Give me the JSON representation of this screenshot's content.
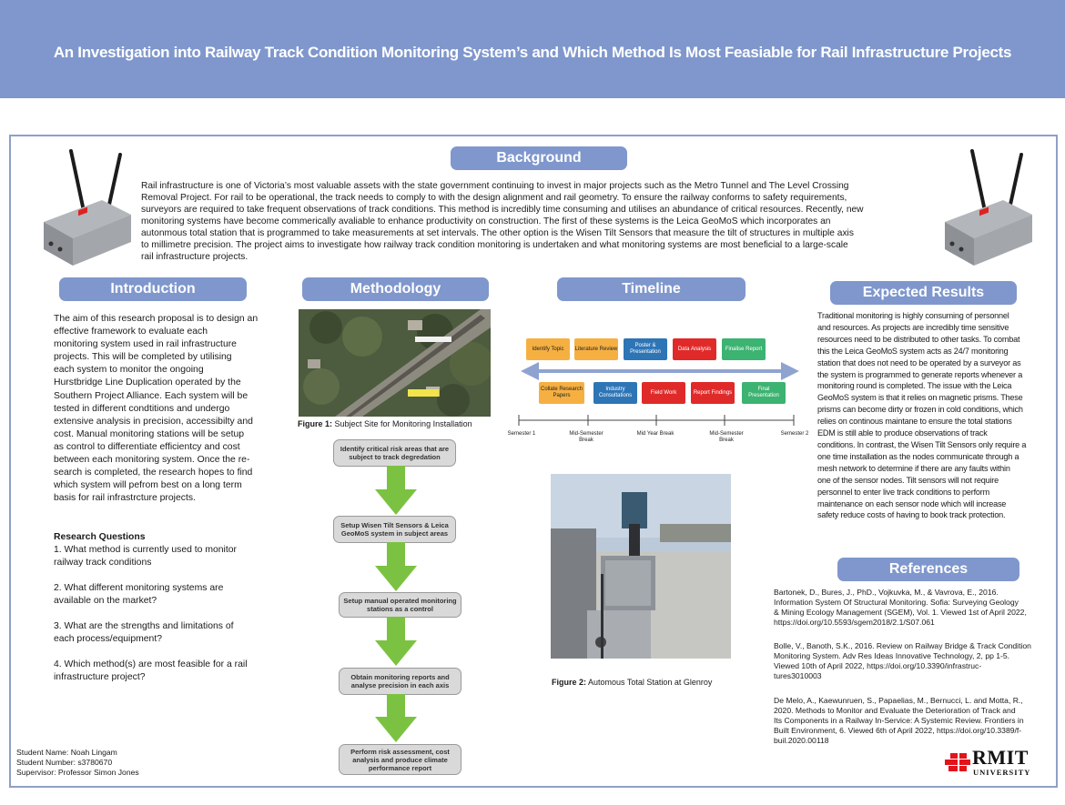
{
  "header": {
    "title": "An Investigation into Railway  Track Condition Monitoring System’s and Which Method Is Most Feasiable for Rail Infrastructure Projects"
  },
  "background": {
    "heading": "Background",
    "lines": [
      "Rail infrastructure is one of Victoria’s most valuable assets with the state government continuing to invest in major projects such as the Metro Tunnel and The Level Crossing",
      "Removal Project. For rail to be operational, the track needs to comply to with the design alignment and rail geometry. To ensure the railway conforms to safety requirements,",
      "surveyors are required to take frequent observations of track conditions. This method is incredibly time consuming and utilises an abundance of critical resources. Recently, new",
      "monitoring systems have become commerically avaliable to enhance productivity on construction. The first of these systems is the Leica GeoMoS which incorporates an",
      "autonmous total station that is programmed to take measurements at set intervals. The other option is the Wisen Tilt Sensors that measure the tilt of structures in multiple axis",
      "to millimetre precision. The project aims to investigate how railway track condition monitoring is undertaken and what monitoring systems are most beneficial to a large-scale",
      "rail infrastructure projects."
    ]
  },
  "introduction": {
    "heading": "Introduction",
    "lines": [
      "The aim of this research proposal is to design an",
      "effective framework to evaluate each",
      "monitoring system used in rail infrastructure",
      "projects. This will be completed by utilising",
      "each system to monitor the ongoing",
      "Hurstbridge Line Duplication operated by the",
      "Southern Project Alliance. Each system will be",
      "tested in different condtitions and undergo",
      "extensive analysis in precision, accessibilty and",
      "cost. Manual monitoring stations will be setup",
      "as control to differentiate efficientcy and cost",
      "between each monitoring system. Once the re-",
      "search is completed, the research hopes to find",
      "which system will pefrom best on a long term",
      "basis for rail infrastrcture projects."
    ],
    "rq_heading": "Research Questions",
    "rq_lines": [
      "1. What method is currently used to monitor",
      "railway track conditions",
      "",
      "2. What different monitoring systems are",
      "available on the market?",
      "",
      "3. What are the strengths and limitations of",
      "each process/equipment?",
      "",
      "4. Which method(s) are most feasible for a rail",
      "infrastructure project?"
    ]
  },
  "student": {
    "name": "Student Name: Noah Lingam",
    "number": "Student Number: s3780670",
    "supervisor": "Supervisor: Professor Simon Jones"
  },
  "methodology": {
    "heading": "Methodology",
    "figure1_label": "Figure 1:",
    "figure1_caption": " Subject Site for Monitoring Installation",
    "flow": [
      "Identify critical risk areas that are subject to track degredation",
      "Setup Wisen Tilt Sensors & Leica GeoMoS system in subject areas",
      "Setup manual operated monitoring stations as a control",
      "Obtain monitoring reports and analyse precision in each axis",
      "Perform risk assessment, cost analysis and produce climate performance report"
    ]
  },
  "timeline": {
    "heading": "Timeline",
    "top_boxes": [
      {
        "label": "Identify Topic",
        "color": "#f6b042"
      },
      {
        "label": "Literature Review",
        "color": "#f6b042"
      },
      {
        "label": "Poster & Presentation",
        "color": "#2e75b6"
      },
      {
        "label": "Data Analysis",
        "color": "#e02a2a"
      },
      {
        "label": "Finalise Report",
        "color": "#3cb371"
      }
    ],
    "bottom_boxes": [
      {
        "label": "Collate Research Papers",
        "color": "#f6b042"
      },
      {
        "label": "Industry Consultations",
        "color": "#2e75b6"
      },
      {
        "label": "Field Work",
        "color": "#e02a2a"
      },
      {
        "label": "Report Findings",
        "color": "#e02a2a"
      },
      {
        "label": "Final Presentation",
        "color": "#3cb371"
      }
    ],
    "ticks": [
      "Semester 1",
      "Mid-Semester Break",
      "Mid Year Break",
      "Mid-Semester Break",
      "Semester 2"
    ],
    "figure2_label": "Figure 2:",
    "figure2_caption": " Automous Total Station at Glenroy"
  },
  "expected": {
    "heading": "Expected Results",
    "lines": [
      "Traditional monitoring is highly consuming of personnel",
      "and resources. As projects are incredibly time sensitive",
      "resources need to be distributed to other tasks. To combat",
      "this the Leica GeoMoS system acts as 24/7 monitoring",
      "station that does not need to be operated by a surveyor as",
      "the system is programmed to generate reports whenever a",
      "monitoring round is completed. The issue with the Leica",
      "GeoMoS system is that it relies on magnetic prisms. These",
      "prisms can become dirty or frozen in cold conditions, which",
      "relies on continous maintane to ensure the total stations",
      "EDM is still able to produce observations of track",
      "conditions. In contrast, the Wisen Tilt Sensors only require a",
      "one time installation as the nodes communicate through a",
      "mesh network to determine if there are any faults within",
      "one of the sensor nodes. Tilt sensors will not require",
      "personnel to enter live track conditions to perform",
      "maintenance on each sensor node which will increase",
      "safety reduce costs of having to book track protection."
    ]
  },
  "references": {
    "heading": "References",
    "items": [
      [
        "Bartonek, D., Bures, J., PhD., Vojkuvka, M., & Vavrova, E., 2016.",
        "Information System Of Structural Monitoring. Sofia: Surveying Geology",
        "& Mining Ecology Management (SGEM), Vol. 1. Viewed 1st of April 2022,",
        "https://doi.org/10.5593/sgem2018/2.1/S07.061"
      ],
      [
        "Bolle, V., Banoth, S.K., 2016. Review on Railway Bridge & Track Condition",
        "Monitoring System. Adv Res Ideas Innovative Technology, 2, pp 1-5.",
        "Viewed 10th of April 2022, https://doi.org/10.3390/infrastruc-",
        "tures3010003"
      ],
      [
        "De Melo, A., Kaewunruen, S., Papaelias, M., Bernucci, L. and Motta, R.,",
        "2020. Methods to Monitor and Evaluate the Deterioration of Track and",
        "Its Components in a Railway In-Service: A Systemic Review. Frontiers in",
        "Built Environment, 6. Viewed 6th of April 2022, https://doi.org/10.3389/f-",
        "buil.2020.00118"
      ]
    ]
  },
  "logo": {
    "name": "RMIT",
    "sub": "UNIVERSITY",
    "color": "#e3131b"
  },
  "colors": {
    "banner": "#7f97cc",
    "frame": "#8f9fc6",
    "arrow": "#7cc242"
  }
}
